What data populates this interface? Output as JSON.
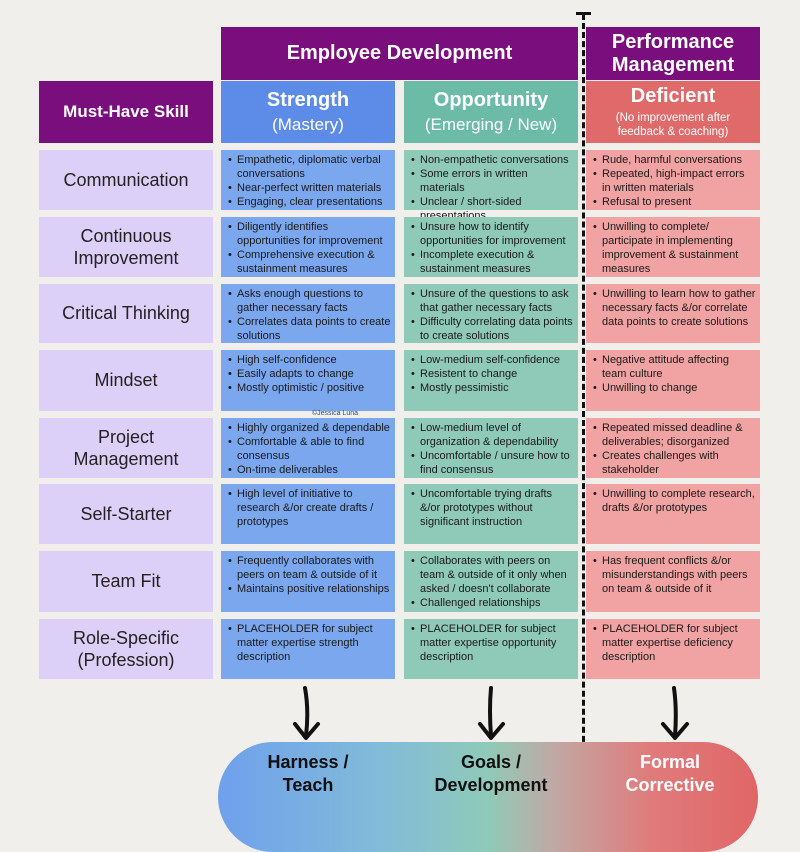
{
  "colors": {
    "purple": "#7a0e7d",
    "strength": "#7aa7ee",
    "opportunity": "#8fcab9",
    "deficient": "#f0a3a2",
    "skill": "#ddd0f8",
    "background": "#f1efec"
  },
  "headers": {
    "employee_development": "Employee Development",
    "performance_management": "Performance Management",
    "must_have_skill": "Must-Have Skill"
  },
  "columns": {
    "strength": {
      "title": "Strength",
      "subtitle": "(Mastery)"
    },
    "opportunity": {
      "title": "Opportunity",
      "subtitle": "(Emerging / New)"
    },
    "deficient": {
      "title": "Deficient",
      "subtitle": "(No improvement after feedback & coaching)"
    }
  },
  "rows": [
    {
      "skill": "Communication",
      "strength": [
        "Empathetic, diplomatic verbal conversations",
        "Near-perfect written materials",
        "Engaging, clear presentations"
      ],
      "opportunity": [
        "Non-empathetic conversations",
        "Some errors in written materials",
        "Unclear / short-sided presentations"
      ],
      "deficient": [
        "Rude, harmful conversations",
        "Repeated, high-impact errors in written materials",
        "Refusal to present"
      ]
    },
    {
      "skill": "Continuous Improvement",
      "strength": [
        "Diligently identifies opportunities for improvement",
        "Comprehensive execution & sustainment measures"
      ],
      "opportunity": [
        "Unsure how to identify opportunities for improvement",
        "Incomplete execution & sustainment measures"
      ],
      "deficient": [
        "Unwilling to complete/ participate in implementing improvement & sustainment measures"
      ]
    },
    {
      "skill": "Critical Thinking",
      "strength": [
        "Asks enough questions to gather necessary facts",
        "Correlates data points to create solutions"
      ],
      "opportunity": [
        "Unsure of the questions to ask that gather necessary facts",
        "Difficulty correlating data points to create solutions"
      ],
      "deficient": [
        "Unwilling to learn how to gather necessary facts &/or correlate data points to create solutions"
      ]
    },
    {
      "skill": "Mindset",
      "strength": [
        "High self-confidence",
        "Easily adapts to change",
        "Mostly optimistic / positive"
      ],
      "opportunity": [
        "Low-medium self-confidence",
        "Resistent to change",
        "Mostly pessimistic"
      ],
      "deficient": [
        "Negative attitude affecting team culture",
        "Unwilling to change"
      ]
    },
    {
      "skill": "Project Management",
      "strength": [
        "Highly organized & dependable",
        "Comfortable & able to find consensus",
        "On-time deliverables"
      ],
      "opportunity": [
        "Low-medium level of organization & dependability",
        "Uncomfortable / unsure how to find consensus"
      ],
      "deficient": [
        "Repeated missed deadline & deliverables; disorganized",
        "Creates challenges with stakeholder"
      ]
    },
    {
      "skill": "Self-Starter",
      "strength": [
        "High level of initiative to research &/or create drafts / prototypes"
      ],
      "opportunity": [
        "Uncomfortable trying drafts &/or prototypes without significant instruction"
      ],
      "deficient": [
        "Unwilling to complete research, drafts &/or prototypes"
      ]
    },
    {
      "skill": "Team Fit",
      "strength": [
        "Frequently collaborates with peers on team & outside of it",
        "Maintains positive relationships"
      ],
      "opportunity": [
        "Collaborates with peers on team & outside of it only when asked / doesn't collaborate",
        "Challenged relationships"
      ],
      "deficient": [
        "Has frequent conflicts &/or misunderstandings with peers on team & outside of it"
      ]
    },
    {
      "skill": "Role-Specific (Profession)",
      "strength": [
        "PLACEHOLDER for subject matter expertise strength description"
      ],
      "opportunity": [
        "PLACEHOLDER for subject matter expertise opportunity description"
      ],
      "deficient": [
        "PLACEHOLDER for subject matter expertise deficiency description"
      ]
    }
  ],
  "outcomes": {
    "strength": "Harness / Teach",
    "opportunity": "Goals / Development",
    "deficient": "Formal Corrective"
  },
  "watermark": "©Jessica Luna",
  "icons": [
    "arrow-down-icon"
  ]
}
